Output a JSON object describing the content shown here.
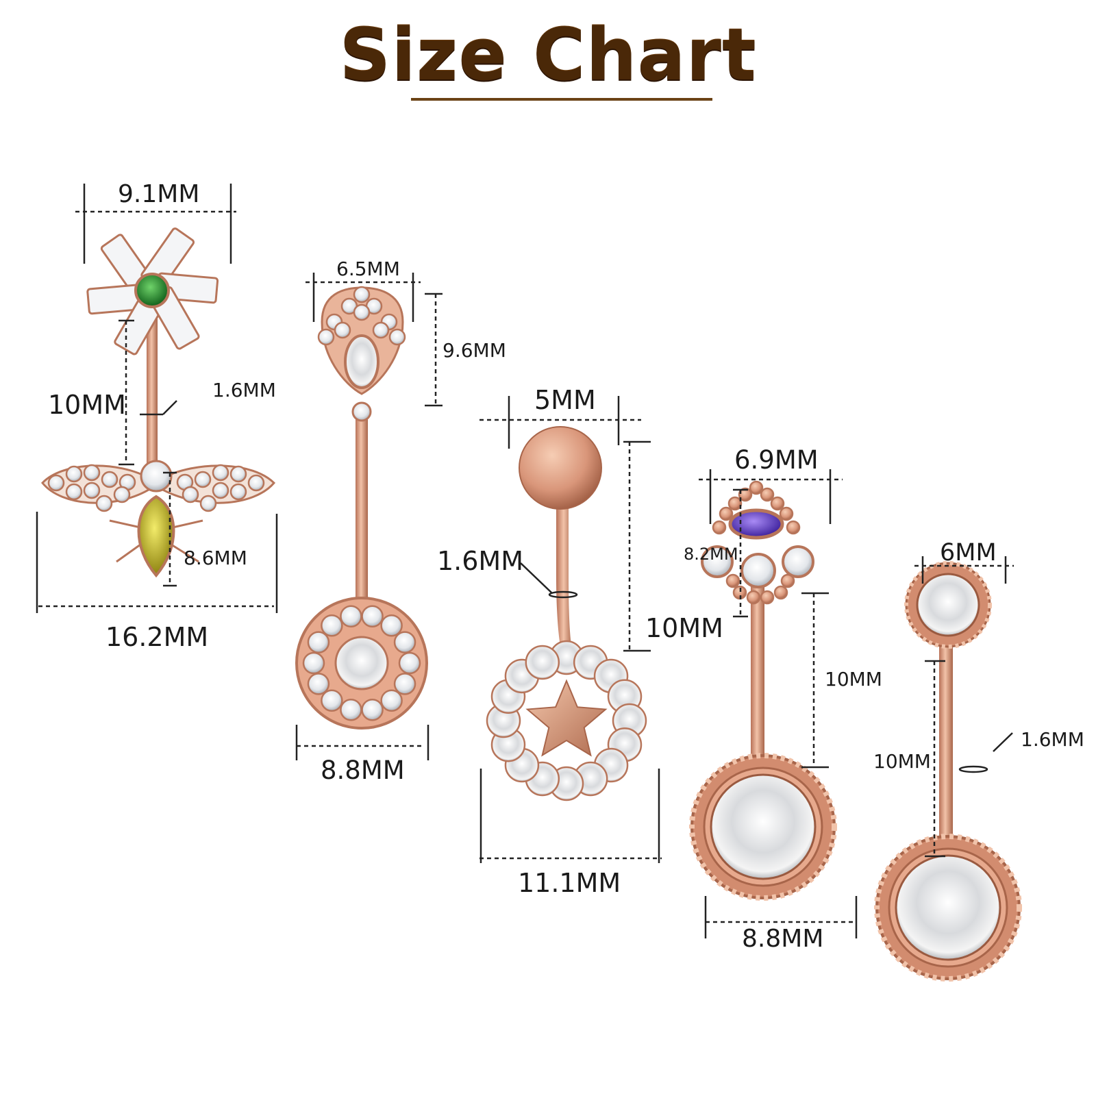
{
  "title": "Size Chart",
  "colors": {
    "title": "#4a2808",
    "rose_gold": "#d9967a",
    "rose_gold_dark": "#a8654a",
    "crystal": "#eef0f2",
    "green_gem": "#1f8a2a",
    "yellow_gem": "#c8c01a",
    "purple_gem": "#5a3fc0",
    "dimension_line": "#222222"
  },
  "items": [
    {
      "design": "flower-and-bee",
      "top_width": "9.1MM",
      "bar_length": "10MM",
      "bar_gauge": "1.6MM",
      "bottom_height": "8.6MM",
      "bottom_width": "16.2MM"
    },
    {
      "design": "crown-with-crystal-disc",
      "top_width": "6.5MM",
      "top_height": "9.6MM",
      "bottom_width": "8.8MM"
    },
    {
      "design": "ball-with-star-halo",
      "top_width": "5MM",
      "bar_gauge": "1.6MM",
      "bar_length": "10MM",
      "bottom_width": "11.1MM"
    },
    {
      "design": "purple-gem-cluster",
      "top_width": "6.9MM",
      "top_height": "8.2MM",
      "bar_length": "10MM",
      "bottom_width": "8.8MM"
    },
    {
      "design": "round-crystal-bezel",
      "top_width": "6MM",
      "bar_length": "10MM",
      "bar_gauge": "1.6MM"
    }
  ]
}
